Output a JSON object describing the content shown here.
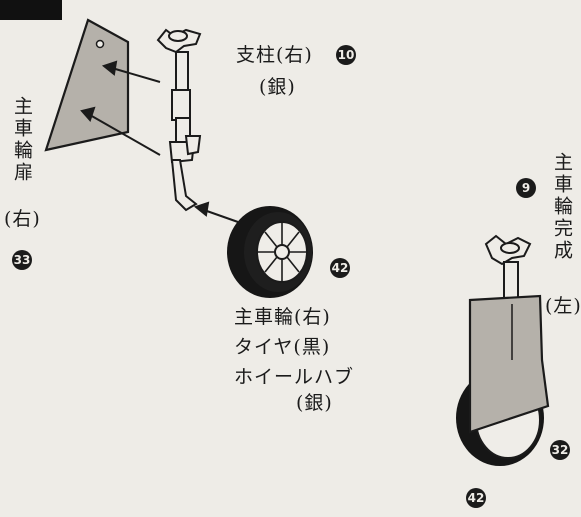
{
  "strut": {
    "name": "支柱(右)",
    "number": "10",
    "color": "(銀)"
  },
  "door": {
    "name": "主車輪扉",
    "side": "(右)",
    "number": "33"
  },
  "wheel": {
    "number": "42",
    "lines": [
      "主車輪(右)",
      "タイヤ(黒)",
      "ホイールハブ",
      "(銀)"
    ]
  },
  "complete": {
    "number": "9",
    "name": "主車輪完成",
    "side": "(左)",
    "strut_number": "32",
    "wheel_number": "42"
  },
  "colors": {
    "ink": "#1b1b1b",
    "paper": "#eeece7",
    "door_fill": "#b5b1aa"
  }
}
